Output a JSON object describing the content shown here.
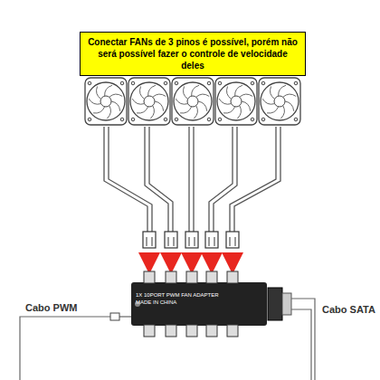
{
  "diagram": {
    "nodes": [
      {
        "text": [
          "Conectar FANs de 3 pinos é possível, porém não será possível fazer o controle de velocidade deles"
        ]
      }
    ],
    "labels": [
      "1X 10PORT PWM FAN ADAPTER",
      "MADE IN CHINA",
      "Cabo PWM",
      "Cabo SATA"
    ]
  }
}
